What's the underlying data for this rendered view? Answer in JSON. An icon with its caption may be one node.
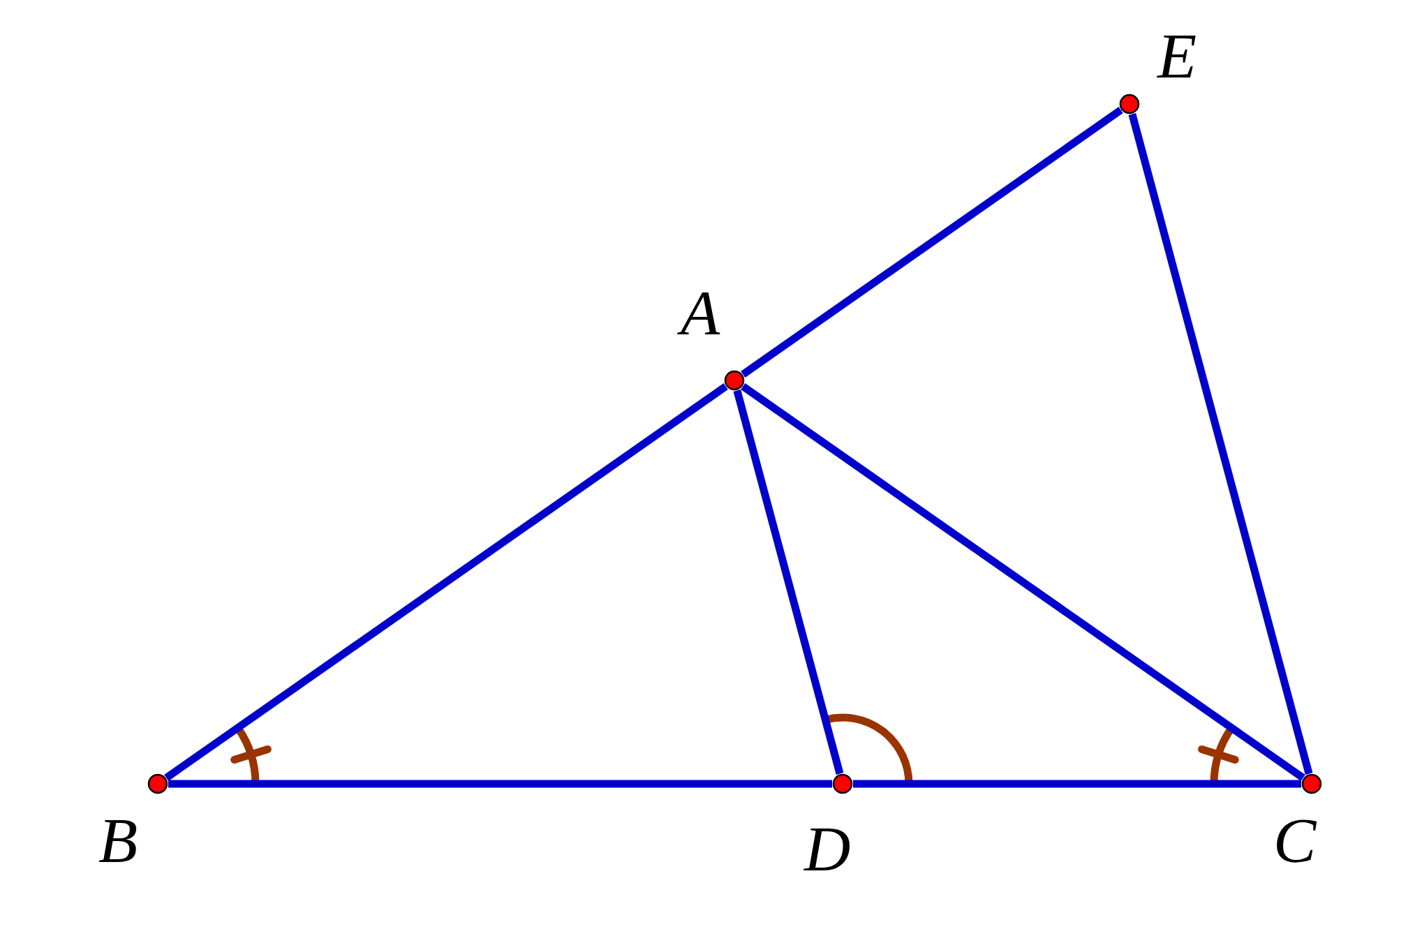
{
  "diagram": {
    "nodes": [
      {
        "text": [
          "A"
        ]
      },
      {
        "text": [
          "B"
        ]
      },
      {
        "text": [
          "C"
        ]
      },
      {
        "text": [
          "D"
        ]
      },
      {
        "text": [
          "E"
        ]
      }
    ],
    "edges": [
      {
        "from": 1,
        "to": 0,
        "arrow": "none"
      },
      {
        "from": 0,
        "to": 4,
        "arrow": "none"
      },
      {
        "from": 0,
        "to": 3,
        "arrow": "none"
      },
      {
        "from": 0,
        "to": 2,
        "arrow": "none"
      },
      {
        "from": 4,
        "to": 2,
        "arrow": "none"
      },
      {
        "from": 1,
        "to": 3,
        "arrow": "none"
      },
      {
        "from": 3,
        "to": 2,
        "arrow": "none"
      }
    ]
  }
}
